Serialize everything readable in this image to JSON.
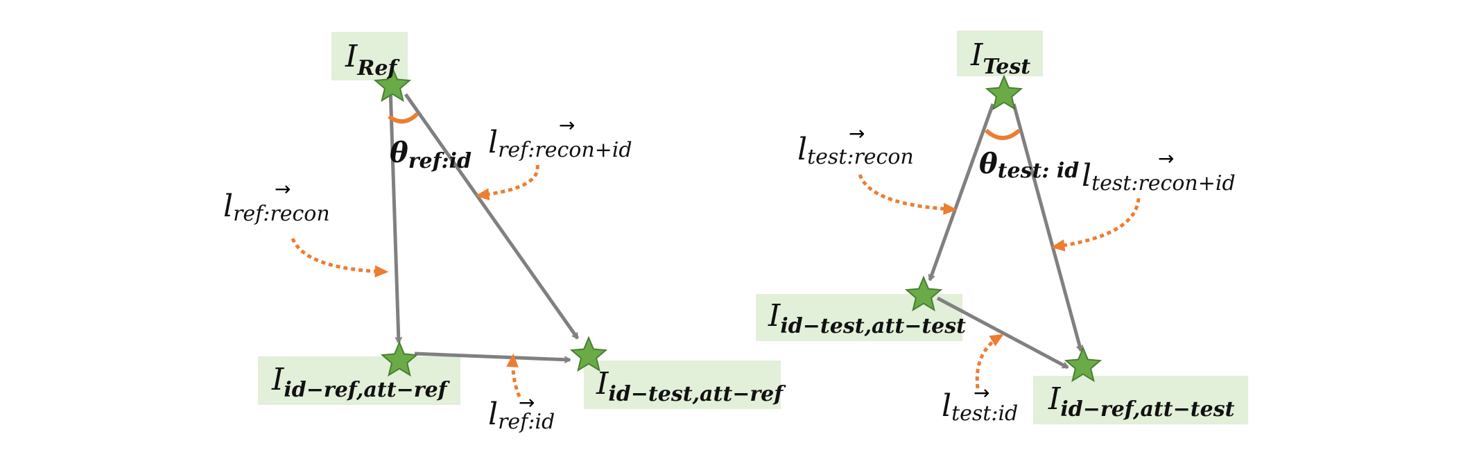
{
  "left_diagram": {
    "node_top": {
      "base": "I",
      "sub": "Ref"
    },
    "node_bottom_left": {
      "base": "I",
      "sub": "id−ref,att−ref"
    },
    "node_bottom_right": {
      "base": "I",
      "sub": "id−test,att−ref"
    },
    "angle": {
      "symbol": "θ",
      "sub": "ref:id"
    },
    "vec_recon": {
      "base": "l",
      "sub": "ref:recon",
      "arrow": "→"
    },
    "vec_recon_id": {
      "base": "l",
      "sub": "ref:recon+id",
      "arrow": "→"
    },
    "vec_id": {
      "base": "l",
      "sub": "ref:id",
      "arrow": "→"
    }
  },
  "right_diagram": {
    "node_top": {
      "base": "I",
      "sub": "Test"
    },
    "node_bottom_left": {
      "base": "I",
      "sub": "id−test,att−test"
    },
    "node_bottom_right": {
      "base": "I",
      "sub": "id−ref,att−test"
    },
    "angle": {
      "symbol": "θ",
      "sub": "test: id"
    },
    "vec_recon": {
      "base": "l",
      "sub": "test:recon",
      "arrow": "→"
    },
    "vec_recon_id": {
      "base": "l",
      "sub": "test:recon+id",
      "arrow": "→"
    },
    "vec_id": {
      "base": "l",
      "sub": "test:id",
      "arrow": "→"
    }
  },
  "colors": {
    "edge": "#808080",
    "star_fill": "#6aab47",
    "star_stroke": "#4a7f33",
    "annotation": "#ed7d31",
    "label_bg": "#e2efd9"
  }
}
